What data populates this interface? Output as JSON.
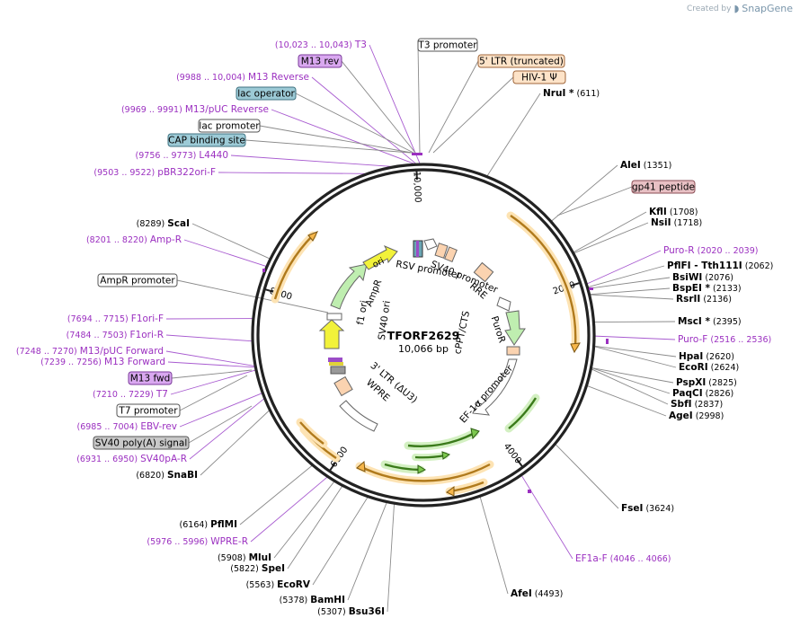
{
  "branding": {
    "created_by": "Created by",
    "product": "SnapGene"
  },
  "plasmid": {
    "name": "TFORF2629",
    "length": "10,066 bp",
    "total_bp": 10066
  },
  "colors": {
    "primer": "#9b30c0",
    "enzyme": "#000000",
    "line": "#8a8a8a",
    "orf_fill": "#f6b64a",
    "orf_halo": "#fde3b3",
    "green_fill": "#7cc84e",
    "green_halo": "#d3f0c2",
    "backbone": "#222222"
  },
  "ticks": [
    {
      "label": "2000",
      "bp": 2000
    },
    {
      "label": "4000",
      "bp": 4000
    },
    {
      "label": "6000",
      "bp": 6000
    },
    {
      "label": "8000",
      "bp": 8000
    },
    {
      "label": "10,000",
      "bp": 10000
    }
  ],
  "enzymes": [
    {
      "name": "NruI *",
      "pos": "(611)",
      "bp": 611
    },
    {
      "name": "AleI",
      "pos": "(1351)",
      "bp": 1351
    },
    {
      "name": "KflI",
      "pos": "(1708)",
      "bp": 1708
    },
    {
      "name": "NsiI",
      "pos": "(1718)",
      "bp": 1718
    },
    {
      "name": "PflFI  - Tth111I",
      "pos": "(2062)",
      "bp": 2062
    },
    {
      "name": "BsiWI",
      "pos": "(2076)",
      "bp": 2076
    },
    {
      "name": "BspEI *",
      "pos": "(2133)",
      "bp": 2133
    },
    {
      "name": "RsrII",
      "pos": "(2136)",
      "bp": 2136
    },
    {
      "name": "MscI *",
      "pos": "(2395)",
      "bp": 2395
    },
    {
      "name": "HpaI",
      "pos": "(2620)",
      "bp": 2620
    },
    {
      "name": "EcoRI",
      "pos": "(2624)",
      "bp": 2624
    },
    {
      "name": "PspXI",
      "pos": "(2825)",
      "bp": 2825
    },
    {
      "name": "PaqCI",
      "pos": "(2826)",
      "bp": 2826
    },
    {
      "name": "SbfI",
      "pos": "(2837)",
      "bp": 2837
    },
    {
      "name": "AgeI",
      "pos": "(2998)",
      "bp": 2998
    },
    {
      "name": "FseI",
      "pos": "(3624)",
      "bp": 3624
    },
    {
      "name": "AfeI",
      "pos": "(4493)",
      "bp": 4493
    },
    {
      "name": "Bsu36I",
      "pos": "(5307)",
      "bp": 5307
    },
    {
      "name": "BamHI",
      "pos": "(5378)",
      "bp": 5378
    },
    {
      "name": "EcoRV",
      "pos": "(5563)",
      "bp": 5563
    },
    {
      "name": "SpeI",
      "pos": "(5822)",
      "bp": 5822
    },
    {
      "name": "MluI",
      "pos": "(5908)",
      "bp": 5908
    },
    {
      "name": "PflMI",
      "pos": "(6164)",
      "bp": 6164
    },
    {
      "name": "SnaBI",
      "pos": "(6820)",
      "bp": 6820
    },
    {
      "name": "ScaI",
      "pos": "(8289)",
      "bp": 8289
    }
  ],
  "primers": [
    {
      "name": "T3",
      "pos": "(10,023 .. 10,043)",
      "bp": 10033
    },
    {
      "name": "M13 Reverse",
      "pos": "(9988 .. 10,004)",
      "bp": 9996
    },
    {
      "name": "M13/pUC Reverse",
      "pos": "(9969 .. 9991)",
      "bp": 9980
    },
    {
      "name": "L4440",
      "pos": "(9756 .. 9773)",
      "bp": 9765
    },
    {
      "name": "pBR322ori-F",
      "pos": "(9503 .. 9522)",
      "bp": 9512
    },
    {
      "name": "Amp-R",
      "pos": "(8201 .. 8220)",
      "bp": 8210
    },
    {
      "name": "F1ori-F",
      "pos": "(7694 .. 7715)",
      "bp": 7704
    },
    {
      "name": "F1ori-R",
      "pos": "(7484 .. 7503)",
      "bp": 7493
    },
    {
      "name": "M13/pUC Forward",
      "pos": "(7248 .. 7270)",
      "bp": 7259
    },
    {
      "name": "M13 Forward",
      "pos": "(7239 .. 7256)",
      "bp": 7247
    },
    {
      "name": "T7",
      "pos": "(7210 .. 7229)",
      "bp": 7220
    },
    {
      "name": "EBV-rev",
      "pos": "(6985 .. 7004)",
      "bp": 6995
    },
    {
      "name": "SV40pA-R",
      "pos": "(6931 .. 6950)",
      "bp": 6940
    },
    {
      "name": "WPRE-R",
      "pos": "(5976 .. 5996)",
      "bp": 5986
    },
    {
      "name": "EF1a-F",
      "pos": "(4046 .. 4066)",
      "bp": 4056
    },
    {
      "name": "Puro-R",
      "pos": "(2020 .. 2039)",
      "bp": 2030
    },
    {
      "name": "Puro-F",
      "pos": "(2516 .. 2536)",
      "bp": 2526
    }
  ],
  "boxed_labels": [
    {
      "name": "T3 promoter",
      "style": "white"
    },
    {
      "name": "5' LTR (truncated)",
      "style": "peach"
    },
    {
      "name": "HIV-1 Ψ",
      "style": "peach"
    },
    {
      "name": "M13 rev",
      "style": "violet"
    },
    {
      "name": "lac operator",
      "style": "teal"
    },
    {
      "name": "lac promoter",
      "style": "white"
    },
    {
      "name": "CAP binding site",
      "style": "teal"
    },
    {
      "name": "gp41 peptide",
      "style": "rose"
    },
    {
      "name": "AmpR promoter",
      "style": "white"
    },
    {
      "name": "M13 fwd",
      "style": "violet"
    },
    {
      "name": "T7 promoter",
      "style": "white"
    },
    {
      "name": "SV40 poly(A) signal",
      "style": "gray"
    }
  ],
  "inner_features": [
    {
      "name": "RSV promoter"
    },
    {
      "name": "SV40 promoter"
    },
    {
      "name": "RRE"
    },
    {
      "name": "PuroR"
    },
    {
      "name": "cPPT/CTS"
    },
    {
      "name": "EF-1α promoter"
    },
    {
      "name": "3' LTR (ΔU3)"
    },
    {
      "name": "WPRE"
    },
    {
      "name": "SV40 ori"
    },
    {
      "name": "f1 ori"
    },
    {
      "name": "AmpR"
    },
    {
      "name": "ori"
    }
  ]
}
